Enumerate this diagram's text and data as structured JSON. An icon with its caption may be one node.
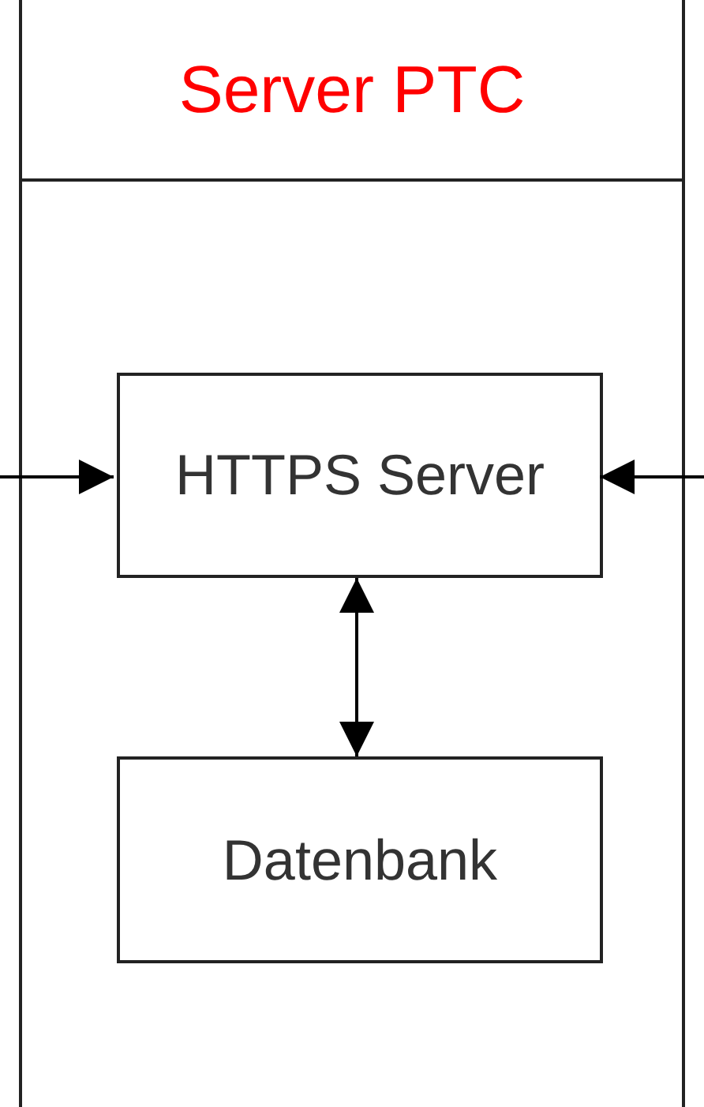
{
  "diagram": {
    "nodes": [
      {
        "text": [
          "Server PTC"
        ]
      },
      {
        "text": [
          "HTTPS Server"
        ],
        "in": 0
      },
      {
        "text": [
          "Datenbank"
        ],
        "in": 0
      }
    ],
    "edges": [
      {
        "from": null,
        "to": 1,
        "arrow": "to"
      },
      {
        "from": null,
        "to": 1,
        "arrow": "to"
      },
      {
        "from": 1,
        "to": 2,
        "arrow": "both"
      }
    ]
  }
}
